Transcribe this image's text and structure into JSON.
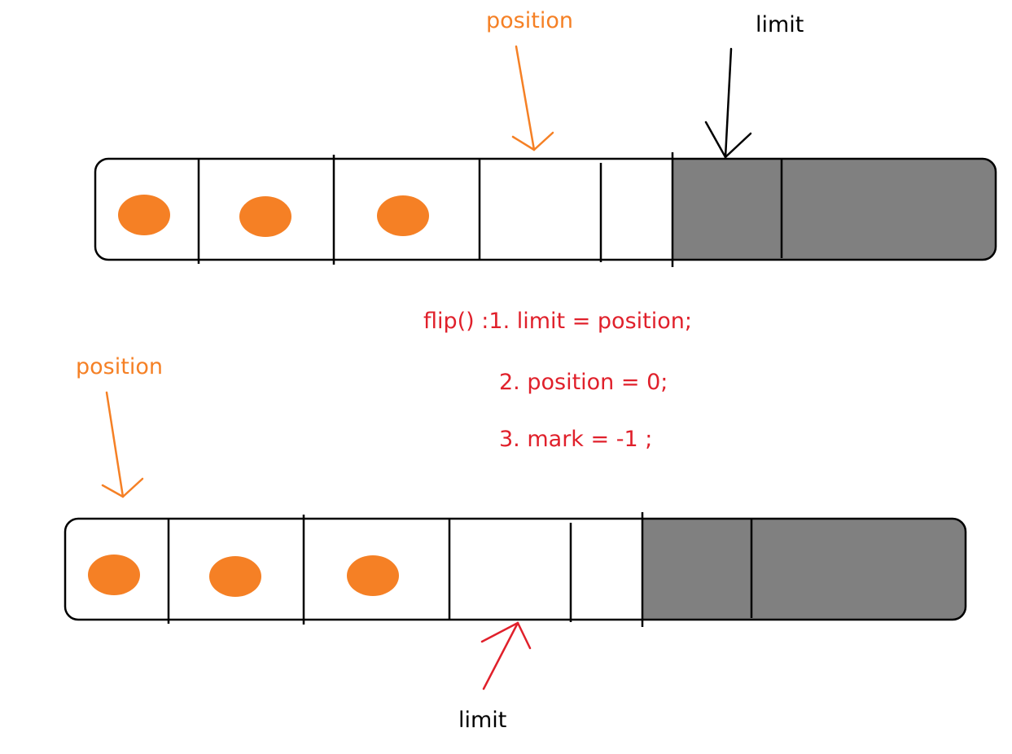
{
  "diagram": {
    "before": {
      "position_label": "position",
      "limit_label": "limit"
    },
    "flip_steps": {
      "line1": "flip() :1.  limit = position;",
      "line2": "2. position = 0;",
      "line3": "3.  mark = -1 ;"
    },
    "after": {
      "position_label": "position",
      "limit_label": "limit"
    }
  },
  "colors": {
    "position_arrow": "#f58025",
    "limit_arrow_before": "#000000",
    "limit_arrow_after": "#e0202b",
    "filled_cell_dot": "#f58025",
    "beyond_capacity_fill": "#808080",
    "flip_text": "#e0202b"
  }
}
